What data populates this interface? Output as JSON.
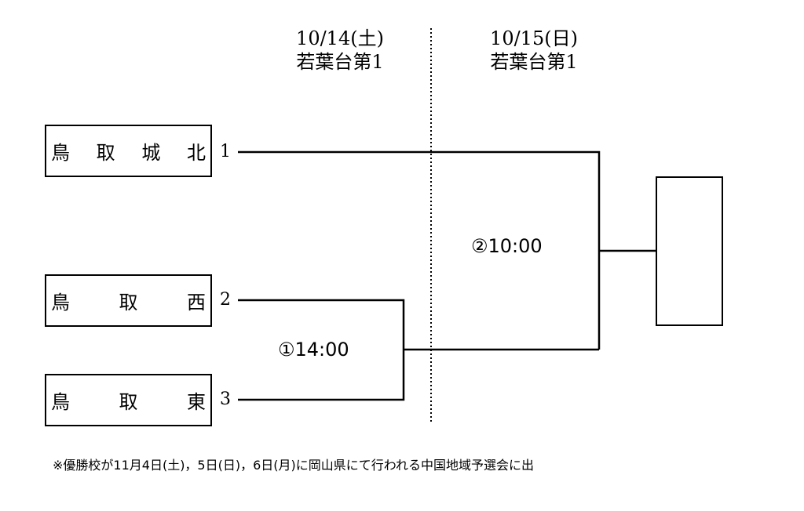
{
  "header": {
    "day1": {
      "date": "10/14(土)",
      "venue": "若葉台第1"
    },
    "day2": {
      "date": "10/15(日)",
      "venue": "若葉台第1"
    }
  },
  "teams": [
    {
      "seed": "1",
      "chars": [
        "鳥",
        "取",
        "城",
        "北"
      ]
    },
    {
      "seed": "2",
      "chars": [
        "鳥",
        "取",
        "西"
      ]
    },
    {
      "seed": "3",
      "chars": [
        "鳥",
        "取",
        "東"
      ]
    }
  ],
  "matches": {
    "m1": "①14:00",
    "m2": "②10:00"
  },
  "winner_box": "",
  "note": "※優勝校が11月4日(土)，5日(日)，6日(月)に岡山県にて行われる中国地域予選会に出"
}
